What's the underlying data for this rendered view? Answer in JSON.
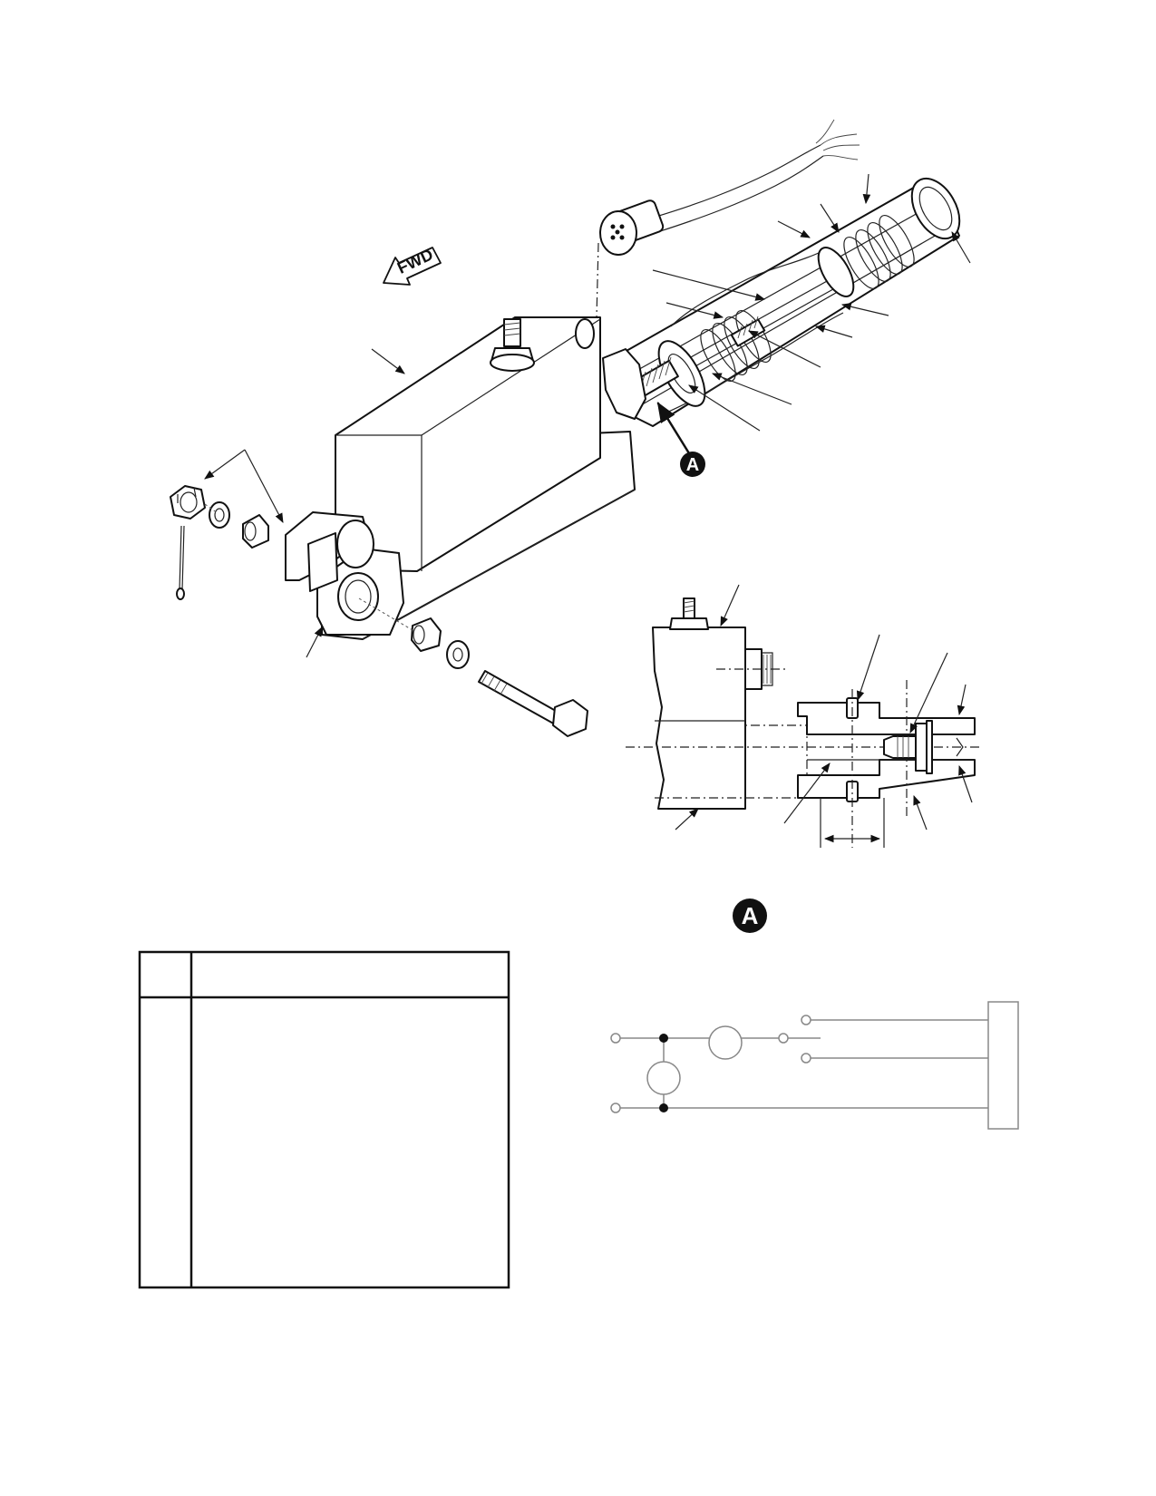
{
  "direction_label": "FWD",
  "view_callout": "A",
  "section_label": "A",
  "table": {
    "header_col1": "",
    "header_col2": "",
    "rows": []
  }
}
